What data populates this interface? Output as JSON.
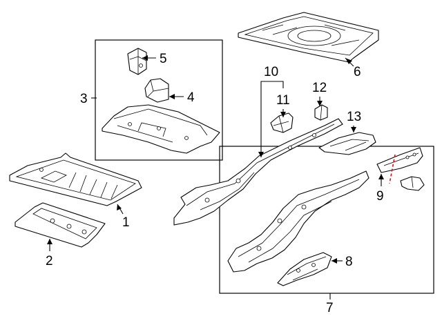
{
  "callouts": {
    "c1": "1",
    "c2": "2",
    "c3": "3",
    "c4": "4",
    "c5": "5",
    "c6": "6",
    "c7": "7",
    "c8": "8",
    "c9": "9",
    "c10": "10",
    "c11": "11",
    "c12": "12",
    "c13": "13"
  },
  "colors": {
    "line": "#000000",
    "cut_line": "#e01010",
    "background": "#ffffff"
  }
}
